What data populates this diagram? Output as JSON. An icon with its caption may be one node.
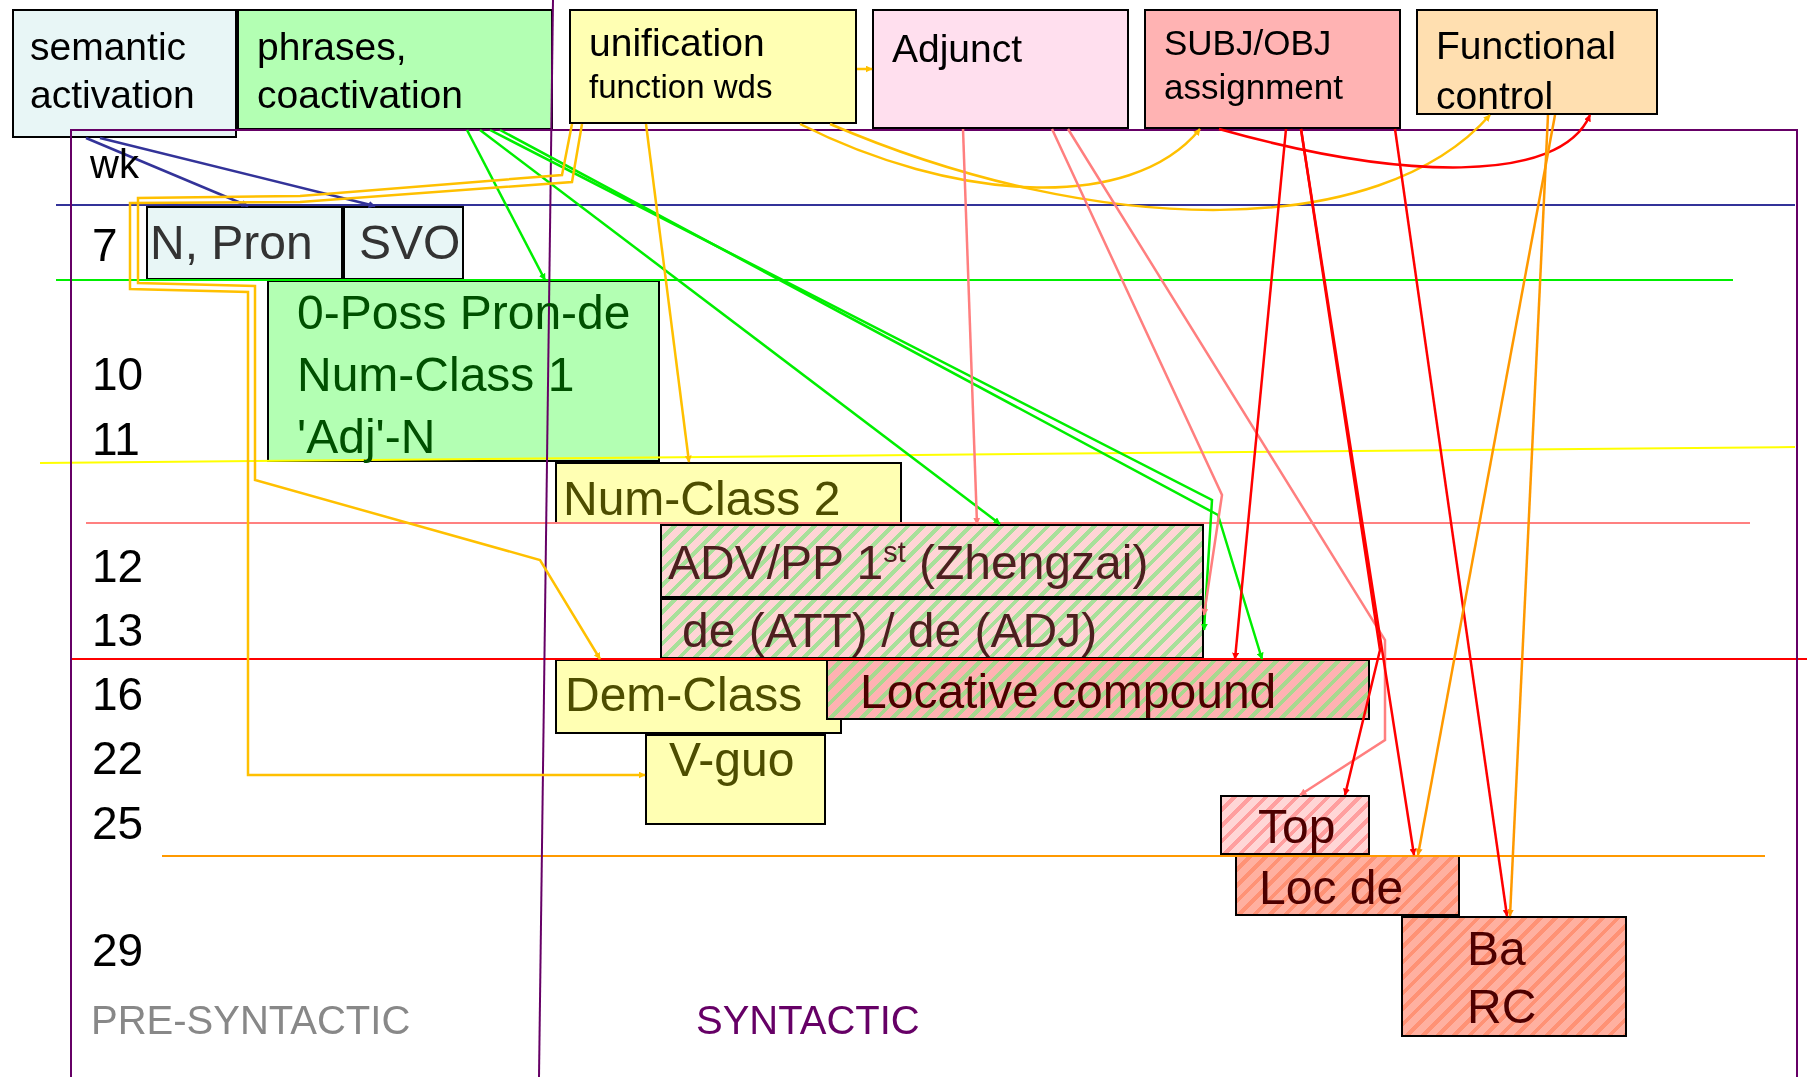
{
  "diagram": {
    "nodes": [
      {
        "text": [
          "semantic activation"
        ]
      },
      {
        "text": [
          "phrases, coactivation"
        ]
      },
      {
        "text": [
          "unification",
          "function wds"
        ]
      },
      {
        "text": [
          "Adjunct"
        ]
      },
      {
        "text": [
          "SUBJ/OBJ assignment"
        ]
      },
      {
        "text": [
          "Functional control"
        ]
      },
      {
        "text": [
          "N, Pron"
        ]
      },
      {
        "text": [
          "SVO"
        ]
      },
      {
        "text": [
          "0-Poss Pron-de",
          "Num-Class 1",
          "'Adj'-N"
        ]
      },
      {
        "text": [
          "Num-Class 2"
        ]
      },
      {
        "text": [
          "ADV/PP 1$^{st}$ (Zhengzai)"
        ]
      },
      {
        "text": [
          "de (ATT) / de (ADJ)"
        ]
      },
      {
        "text": [
          "Dem-Class"
        ]
      },
      {
        "text": [
          "Locative compound"
        ]
      },
      {
        "text": [
          "V-guo"
        ]
      },
      {
        "text": [
          "Top"
        ]
      },
      {
        "text": [
          "Loc de"
        ]
      },
      {
        "text": [
          "Ba",
          "RC"
        ]
      }
    ],
    "edges": [
      {
        "from": 0,
        "to": 6,
        "arrow": "to",
        "color": "#333399"
      },
      {
        "from": 0,
        "to": 7,
        "arrow": "to",
        "color": "#333399"
      },
      {
        "from": 1,
        "to": 8,
        "arrow": "to",
        "color": "#00ee00"
      },
      {
        "from": 1,
        "to": 10,
        "arrow": "to",
        "color": "#00ee00"
      },
      {
        "from": 1,
        "to": 11,
        "arrow": "to",
        "color": "#00ee00"
      },
      {
        "from": 1,
        "to": 13,
        "arrow": "to",
        "color": "#00ee00"
      },
      {
        "from": 2,
        "to": 3,
        "arrow": "to"
      },
      {
        "from": 2,
        "to": 4,
        "arrow": "to"
      },
      {
        "from": 2,
        "to": 5,
        "arrow": "to"
      },
      {
        "from": 2,
        "to": 9,
        "arrow": "to"
      },
      {
        "from": 2,
        "to": 12,
        "arrow": "to"
      },
      {
        "from": 2,
        "to": 14,
        "arrow": "to"
      },
      {
        "from": 3,
        "to": 10,
        "arrow": "to",
        "color": "#ff7f7f"
      },
      {
        "from": 3,
        "to": 11,
        "arrow": "to",
        "color": "#ff7f7f"
      },
      {
        "from": 3,
        "to": 15,
        "arrow": "to",
        "color": "#ff7f7f"
      },
      {
        "from": 4,
        "to": 5,
        "arrow": "to",
        "color": "#ff0000"
      },
      {
        "from": 4,
        "to": 13,
        "arrow": "to",
        "color": "#ff0000"
      },
      {
        "from": 4,
        "to": 15,
        "arrow": "to",
        "color": "#ff0000"
      },
      {
        "from": 4,
        "to": 16,
        "arrow": "to",
        "color": "#ff0000"
      },
      {
        "from": 4,
        "to": 17,
        "arrow": "to",
        "color": "#ff0000"
      },
      {
        "from": 5,
        "to": 16,
        "arrow": "to",
        "color": "#ff9900"
      },
      {
        "from": 5,
        "to": 17,
        "arrow": "to",
        "color": "#ff9900"
      }
    ],
    "labels": [
      "wk",
      "7",
      "10",
      "11",
      "12",
      "13",
      "16",
      "22",
      "25",
      "29",
      "PRE-SYNTACTIC",
      "SYNTACTIC"
    ]
  }
}
